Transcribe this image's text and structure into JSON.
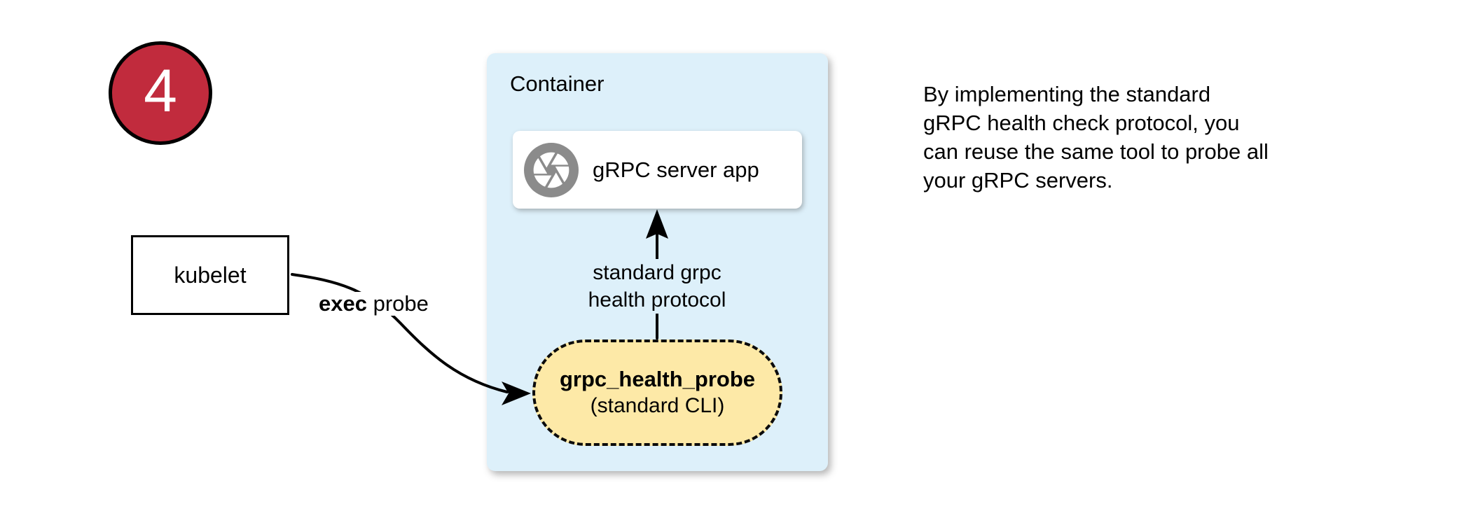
{
  "step_badge": {
    "number": "4"
  },
  "kubelet_box": {
    "label": "kubelet"
  },
  "exec_arrow": {
    "label_bold": "exec",
    "label_rest": " probe"
  },
  "container_box": {
    "title": "Container"
  },
  "server_box": {
    "icon": "aperture-icon",
    "label": "gRPC server app"
  },
  "protocol_arrow": {
    "lines": [
      "standard grpc",
      "health protocol"
    ]
  },
  "probe_box": {
    "title": "grpc_health_probe",
    "subtitle": "(standard CLI)"
  },
  "note": {
    "lines": [
      "By implementing the standard",
      "gRPC health check protocol, you",
      "can reuse the same tool to probe all",
      "your gRPC servers."
    ]
  },
  "colors": {
    "badge-red": "#c12b3d",
    "container-blue": "#ddf0fa",
    "probe-yellow": "#fde9a7",
    "icon-gray": "#8b8b8b"
  }
}
